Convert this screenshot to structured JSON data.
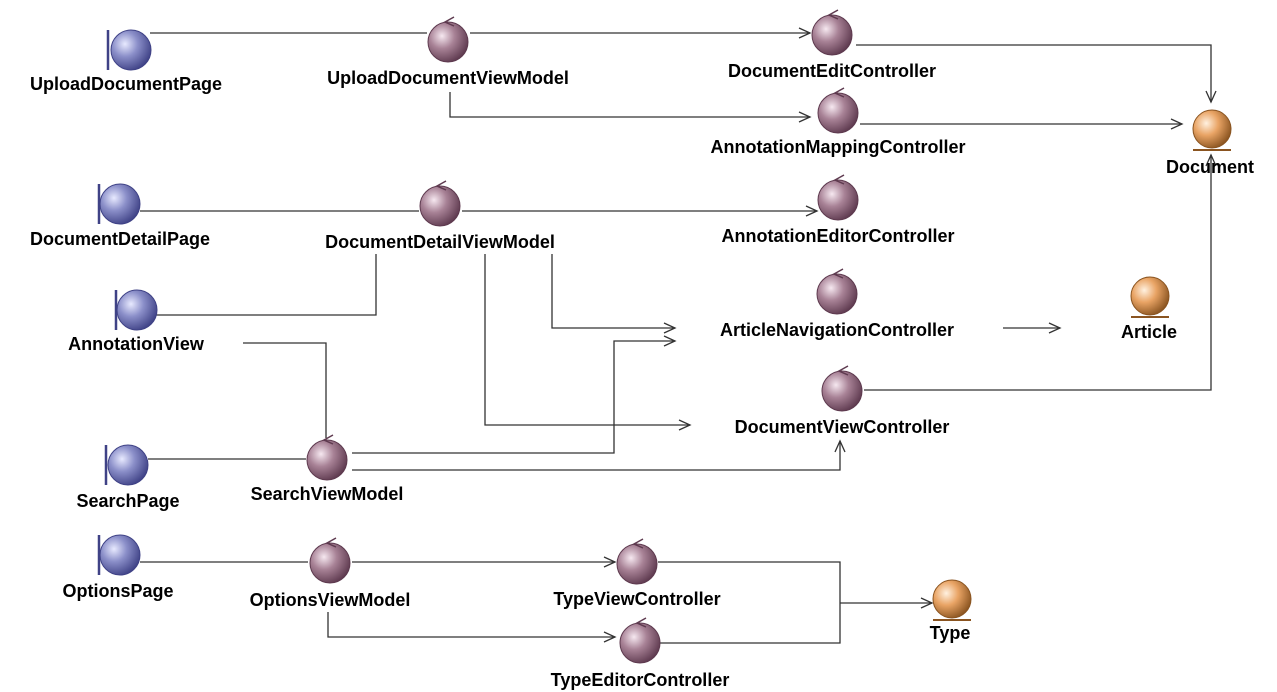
{
  "colors": {
    "boundary": "#8B8FC9",
    "boundary_dark": "#3F4286",
    "control": "#A88296",
    "control_dark": "#5E3A4F",
    "entity": "#E9A465",
    "entity_dark": "#8A5420",
    "line": "#333333"
  },
  "nodes": {
    "upload_document_page": {
      "kind": "boundary",
      "label": "UploadDocumentPage"
    },
    "upload_document_view_model": {
      "kind": "control",
      "label": "UploadDocumentViewModel"
    },
    "document_edit_controller": {
      "kind": "control",
      "label": "DocumentEditController"
    },
    "annotation_mapping_controller": {
      "kind": "control",
      "label": "AnnotationMappingController"
    },
    "document": {
      "kind": "entity",
      "label": "Document"
    },
    "document_detail_page": {
      "kind": "boundary",
      "label": "DocumentDetailPage"
    },
    "document_detail_view_model": {
      "kind": "control",
      "label": "DocumentDetailViewModel"
    },
    "annotation_editor_controller": {
      "kind": "control",
      "label": "AnnotationEditorController"
    },
    "annotation_view": {
      "kind": "boundary",
      "label": "AnnotationView"
    },
    "article_navigation_controller": {
      "kind": "control",
      "label": "ArticleNavigationController"
    },
    "article": {
      "kind": "entity",
      "label": "Article"
    },
    "document_view_controller": {
      "kind": "control",
      "label": "DocumentViewController"
    },
    "search_page": {
      "kind": "boundary",
      "label": "SearchPage"
    },
    "search_view_model": {
      "kind": "control",
      "label": "SearchViewModel"
    },
    "options_page": {
      "kind": "boundary",
      "label": "OptionsPage"
    },
    "options_view_model": {
      "kind": "control",
      "label": "OptionsViewModel"
    },
    "type_view_controller": {
      "kind": "control",
      "label": "TypeViewController"
    },
    "type_editor_controller": {
      "kind": "control",
      "label": "TypeEditorController"
    },
    "type": {
      "kind": "entity",
      "label": "Type"
    }
  },
  "connections": [
    {
      "from": "UploadDocumentPage",
      "to": "UploadDocumentViewModel",
      "arrow": false
    },
    {
      "from": "UploadDocumentViewModel",
      "to": "DocumentEditController",
      "arrow": true
    },
    {
      "from": "UploadDocumentViewModel",
      "to": "AnnotationMappingController",
      "arrow": true
    },
    {
      "from": "DocumentEditController",
      "to": "Document",
      "arrow": true
    },
    {
      "from": "AnnotationMappingController",
      "to": "Document",
      "arrow": true
    },
    {
      "from": "DocumentDetailPage",
      "to": "DocumentDetailViewModel",
      "arrow": false
    },
    {
      "from": "DocumentDetailViewModel",
      "to": "AnnotationEditorController",
      "arrow": true
    },
    {
      "from": "AnnotationView",
      "to": "DocumentDetailViewModel",
      "arrow": false
    },
    {
      "from": "DocumentDetailViewModel",
      "to": "ArticleNavigationController",
      "arrow": true
    },
    {
      "from": "DocumentDetailViewModel",
      "to": "DocumentViewController",
      "arrow": true
    },
    {
      "from": "ArticleNavigationController",
      "to": "Article",
      "arrow": true
    },
    {
      "from": "DocumentViewController",
      "to": "Document",
      "arrow": true
    },
    {
      "from": "AnnotationView",
      "to": "SearchViewModel",
      "arrow": false
    },
    {
      "from": "SearchPage",
      "to": "SearchViewModel",
      "arrow": false
    },
    {
      "from": "SearchViewModel",
      "to": "ArticleNavigationController",
      "arrow": true
    },
    {
      "from": "SearchViewModel",
      "to": "DocumentViewController",
      "arrow": true
    },
    {
      "from": "OptionsPage",
      "to": "OptionsViewModel",
      "arrow": false
    },
    {
      "from": "OptionsViewModel",
      "to": "TypeViewController",
      "arrow": true
    },
    {
      "from": "OptionsViewModel",
      "to": "TypeEditorController",
      "arrow": true
    },
    {
      "from": "TypeViewController",
      "to": "Type",
      "arrow": true
    },
    {
      "from": "TypeEditorController",
      "to": "Type",
      "arrow": true
    }
  ]
}
